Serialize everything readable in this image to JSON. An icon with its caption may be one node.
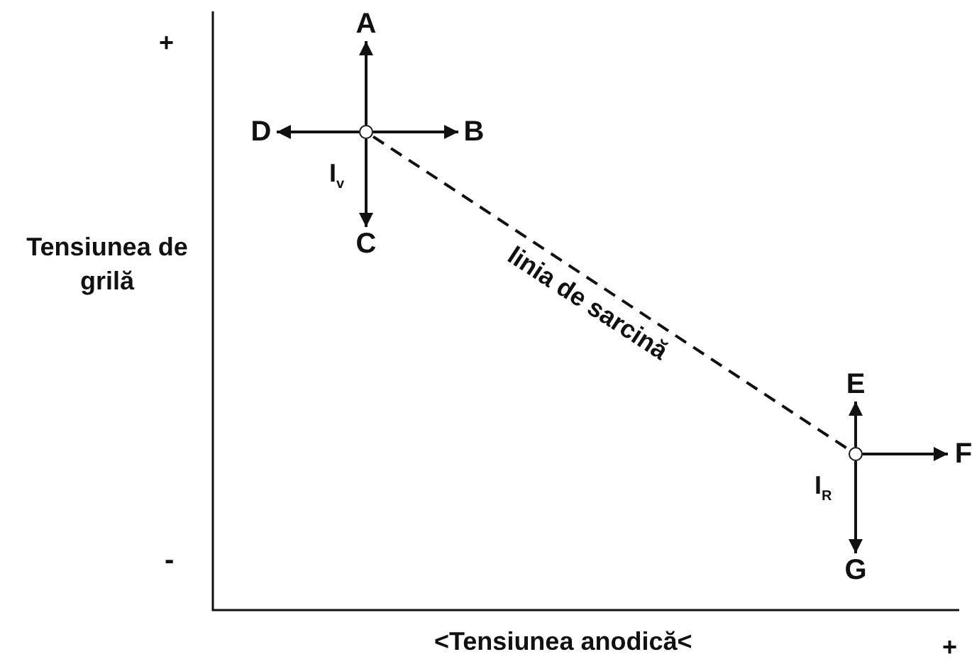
{
  "diagram": {
    "nodes": [
      {
        "text": [],
        "shape": "circle",
        "beside": [
          "I$_{v}$"
        ]
      },
      {
        "text": [
          "A"
        ]
      },
      {
        "text": [
          "B"
        ]
      },
      {
        "text": [
          "C"
        ]
      },
      {
        "text": [
          "D"
        ]
      },
      {
        "text": [],
        "shape": "circle",
        "beside": [
          "I$_{R}$"
        ]
      },
      {
        "text": [
          "E"
        ]
      },
      {
        "text": [
          "F"
        ]
      },
      {
        "text": [
          "G"
        ]
      }
    ],
    "edges": [
      {
        "from": 0,
        "to": 1,
        "arrow": "to"
      },
      {
        "from": 0,
        "to": 2,
        "arrow": "to"
      },
      {
        "from": 0,
        "to": 3,
        "arrow": "to"
      },
      {
        "from": 0,
        "to": 4,
        "arrow": "to"
      },
      {
        "from": 0,
        "to": 5,
        "arrow": "none",
        "style": "dashed",
        "label": "linia de sarcină"
      },
      {
        "from": 5,
        "to": 6,
        "arrow": "to"
      },
      {
        "from": 5,
        "to": 7,
        "arrow": "to"
      },
      {
        "from": 5,
        "to": 8,
        "arrow": "to"
      }
    ],
    "labels": [
      "+",
      "Tensiunea de grilă",
      "-",
      "<Tensiunea anodică<",
      "+"
    ]
  }
}
